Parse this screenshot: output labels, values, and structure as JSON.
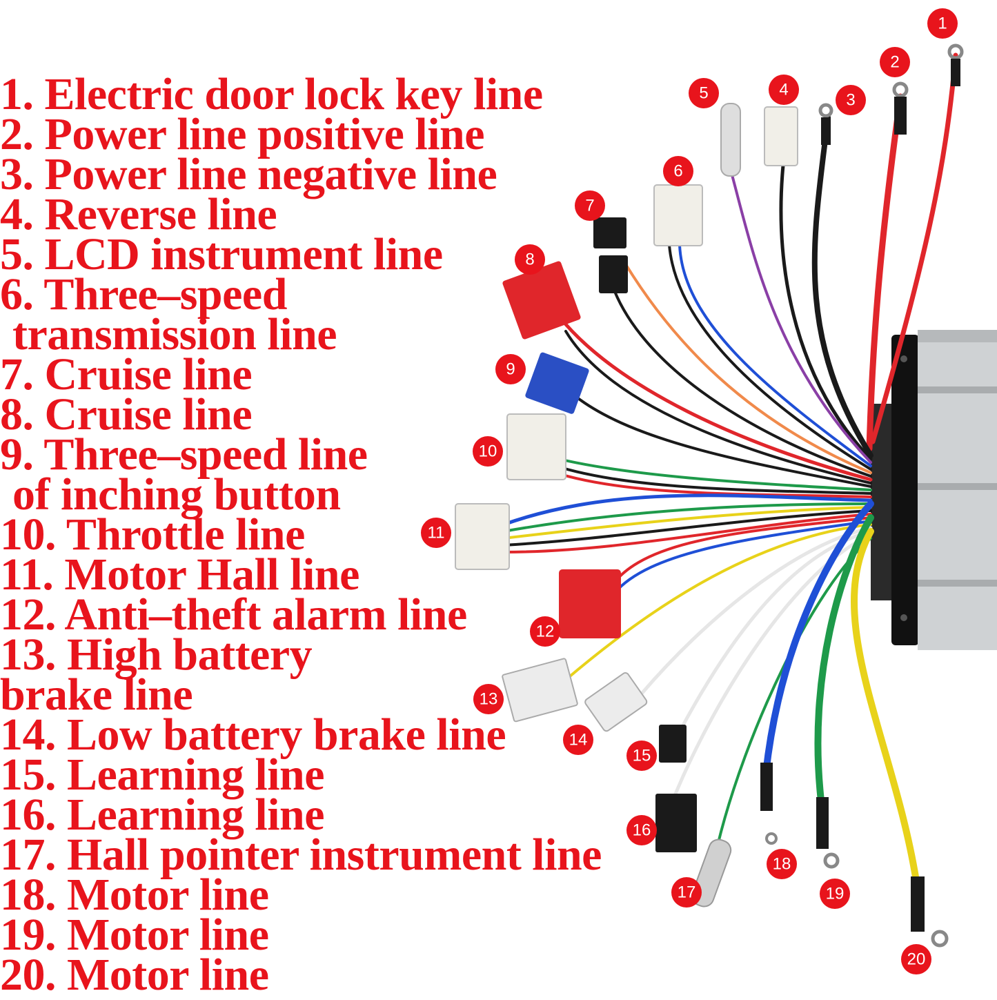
{
  "colors": {
    "legend_text": "#e8141c",
    "badge": "#e8141c",
    "red": "#e0262b",
    "black": "#1a1a1a",
    "purple": "#8a3fa6",
    "blue": "#1f4fd6",
    "orange": "#f08a4b",
    "green": "#1e9a4a",
    "yellow": "#e8d21a",
    "white": "#e6e6e6"
  },
  "legend": [
    {
      "num": "1.",
      "lines": [
        "Electric door lock key line"
      ]
    },
    {
      "num": "2.",
      "lines": [
        "Power line positive line"
      ]
    },
    {
      "num": "3.",
      "lines": [
        "Power line negative line"
      ]
    },
    {
      "num": "4.",
      "lines": [
        "Reverse line"
      ]
    },
    {
      "num": "5.",
      "lines": [
        "LCD instrument line"
      ]
    },
    {
      "num": "6.",
      "lines": [
        "Three–speed",
        "transmission line"
      ]
    },
    {
      "num": "7.",
      "lines": [
        "Cruise line"
      ]
    },
    {
      "num": "8.",
      "lines": [
        "Cruise line"
      ]
    },
    {
      "num": "9.",
      "lines": [
        "Three–speed line",
        "of inching button"
      ]
    },
    {
      "num": "10.",
      "lines": [
        "Throttle line"
      ]
    },
    {
      "num": "11.",
      "lines": [
        "Motor Hall line"
      ]
    },
    {
      "num": "12.",
      "lines": [
        "Anti–theft alarm line"
      ]
    },
    {
      "num": "13.",
      "lines": [
        "High battery",
        "brake line"
      ]
    },
    {
      "num": "14.",
      "lines": [
        "Low battery brake line"
      ]
    },
    {
      "num": "15.",
      "lines": [
        "Learning line"
      ]
    },
    {
      "num": "16.",
      "lines": [
        "Learning line"
      ]
    },
    {
      "num": "17.",
      "lines": [
        "Hall pointer instrument line"
      ]
    },
    {
      "num": "18.",
      "lines": [
        "Motor line"
      ]
    },
    {
      "num": "19.",
      "lines": [
        "Motor line"
      ]
    },
    {
      "num": "20.",
      "lines": [
        "Motor line"
      ]
    }
  ],
  "badges": [
    "1",
    "2",
    "3",
    "4",
    "5",
    "6",
    "7",
    "8",
    "9",
    "10",
    "11",
    "12",
    "13",
    "14",
    "15",
    "16",
    "17",
    "18",
    "19",
    "20"
  ]
}
